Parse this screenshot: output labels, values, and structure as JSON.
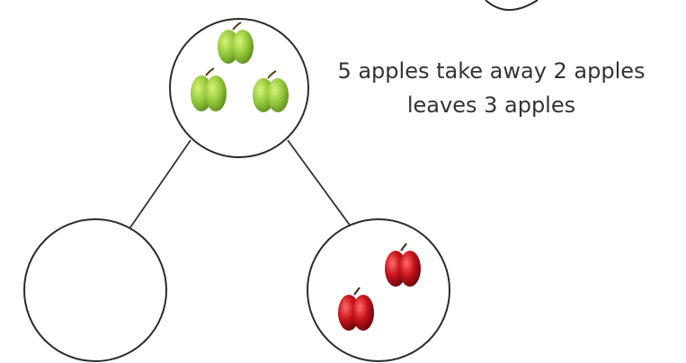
{
  "caption": {
    "line1": "5 apples take away 2 apples",
    "line2": "leaves 3 apples"
  },
  "colors": {
    "circle_stroke": "#2b2b2b",
    "connector": "#333333",
    "green_apple": "#8ec63f",
    "red_apple": "#b3141b",
    "text": "#333333"
  },
  "nodes": {
    "top": {
      "green_apples": 3
    },
    "bottom_left": {
      "apples": 0
    },
    "bottom_right": {
      "red_apples": 2
    }
  }
}
